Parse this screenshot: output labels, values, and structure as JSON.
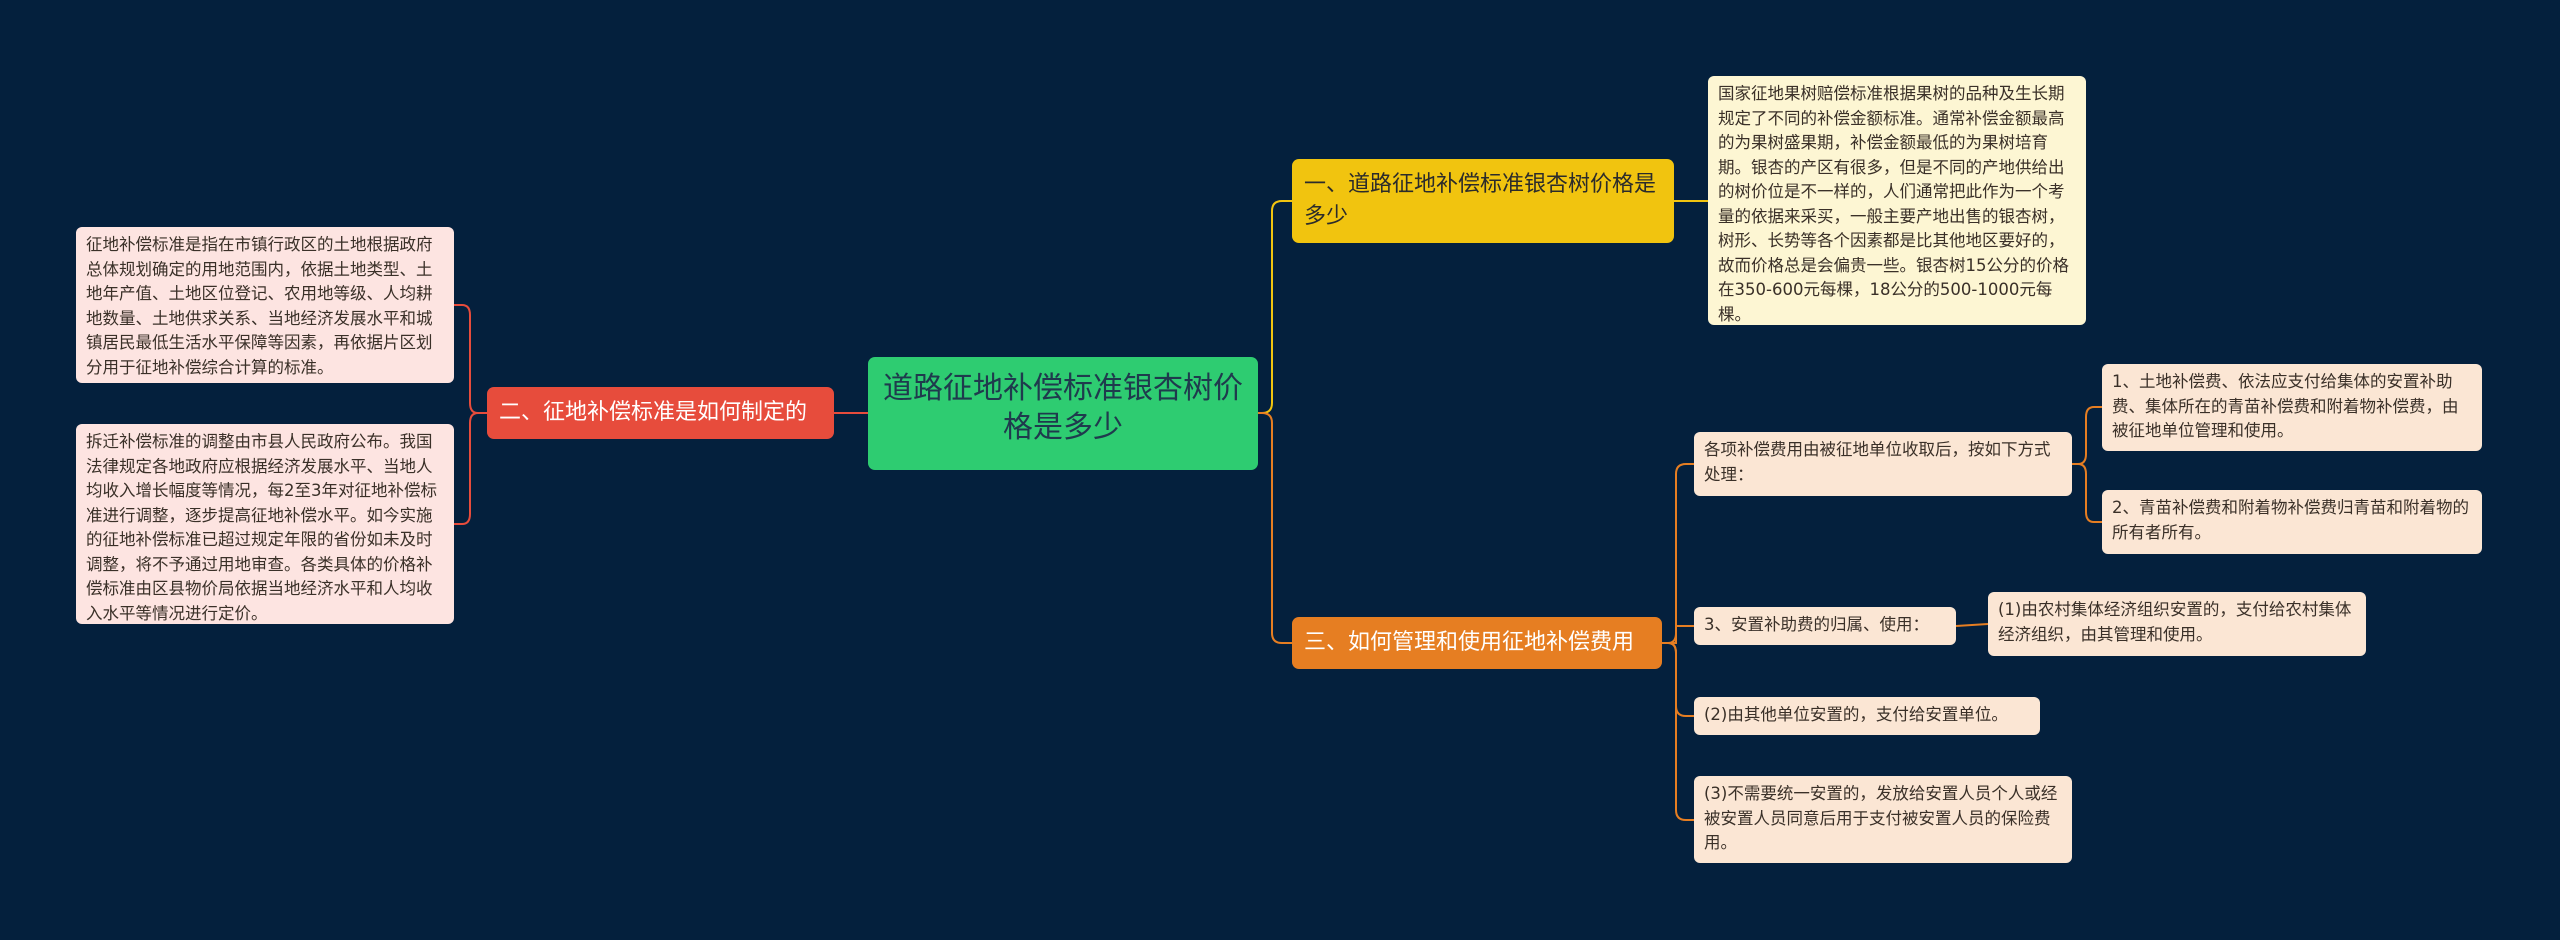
{
  "colors": {
    "background": "#04203d",
    "root": "#2ecc71",
    "branch_1": "#f1c40f",
    "branch_2": "#e74c3c",
    "branch_3": "#e67e22",
    "leaf_1": "#fdf6d3",
    "leaf_2": "#fde4e1",
    "leaf_3": "#fbe6d4"
  },
  "root": {
    "label": "道路征地补偿标准银杏树价格是多少"
  },
  "branch_1": {
    "label": "一、道路征地补偿标准银杏树价格是多少",
    "leaf": "国家征地果树赔偿标准根据果树的品种及生长期规定了不同的补偿金额标准。通常补偿金额最高的为果树盛果期，补偿金额最低的为果树培育期。银杏的产区有很多，但是不同的产地供给出的树价位是不一样的，人们通常把此作为一个考量的依据来采买，一般主要产地出售的银杏树，树形、长势等各个因素都是比其他地区要好的，故而价格总是会偏贵一些。银杏树15公分的价格在350-600元每棵，18公分的500-1000元每棵。"
  },
  "branch_2": {
    "label": "二、征地补偿标准是如何制定的",
    "leaves": [
      "征地补偿标准是指在市镇行政区的土地根据政府总体规划确定的用地范围内，依据土地类型、土地年产值、土地区位登记、农用地等级、人均耕地数量、土地供求关系、当地经济发展水平和城镇居民最低生活水平保障等因素，再依据片区划分用于征地补偿综合计算的标准。",
      "拆迁补偿标准的调整由市县人民政府公布。我国法律规定各地政府应根据经济发展水平、当地人均收入增长幅度等情况，每2至3年对征地补偿标准进行调整，逐步提高征地补偿水平。如今实施的征地补偿标准已超过规定年限的省份如未及时调整，将不予通过用地审查。各类具体的价格补偿标准由区县物价局依据当地经济水平和人均收入水平等情况进行定价。"
    ]
  },
  "branch_3": {
    "label": "三、如何管理和使用征地补偿费用",
    "items": [
      {
        "text": "各项补偿费用由被征地单位收取后，按如下方式处理：",
        "children": [
          "1、土地补偿费、依法应支付给集体的安置补助费、集体所在的青苗补偿费和附着物补偿费，由被征地单位管理和使用。",
          "2、青苗补偿费和附着物补偿费归青苗和附着物的所有者所有。"
        ]
      },
      {
        "text": "3、安置补助费的归属、使用：",
        "children": [
          "(1)由农村集体经济组织安置的，支付给农村集体经济组织，由其管理和使用。"
        ]
      },
      {
        "text": "(2)由其他单位安置的，支付给安置单位。",
        "children": []
      },
      {
        "text": "(3)不需要统一安置的，发放给安置人员个人或经被安置人员同意后用于支付被安置人员的保险费用。",
        "children": []
      }
    ]
  }
}
